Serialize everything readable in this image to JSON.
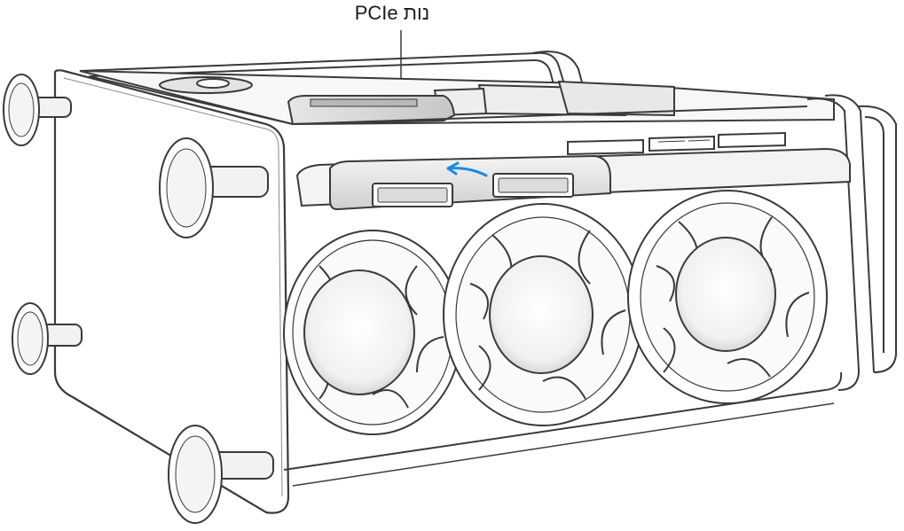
{
  "callout": {
    "label": "PCIe נות"
  },
  "colors": {
    "line": "#3a3a3a",
    "thin_line": "#7a7a7a",
    "shade_light": "#ededed",
    "shade_mid": "#d4d4d4",
    "shade_dark": "#9c9c9c",
    "accent_arrow": "#1e88e5"
  },
  "illustration": {
    "subject": "computer-chassis-with-fan-module",
    "fan_count": 3,
    "feet_count": 4
  }
}
